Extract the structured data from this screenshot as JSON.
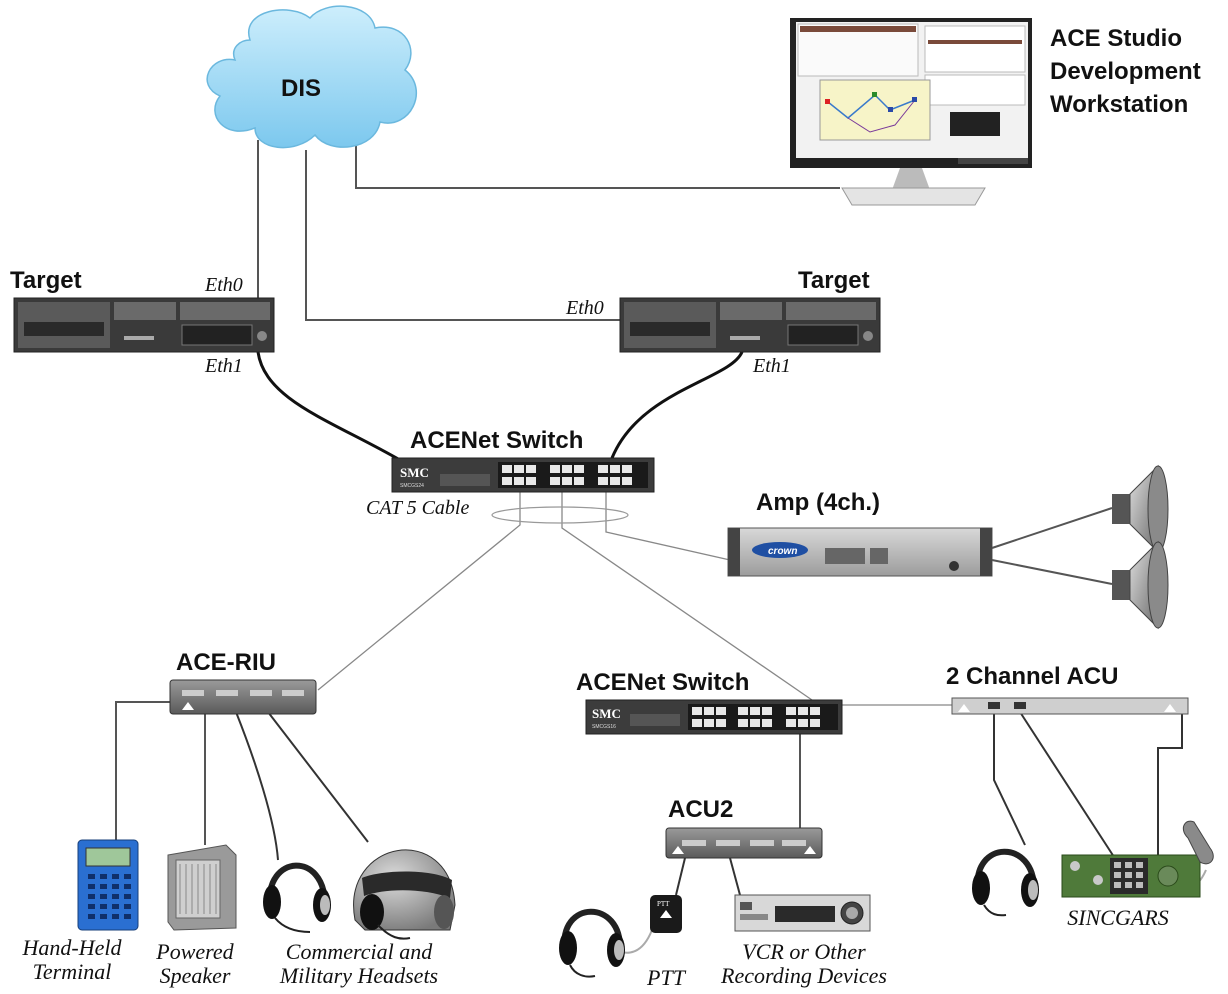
{
  "nodes": {
    "dis_cloud": "DIS",
    "workstation": "ACE Studio\nDevelopment\nWorkstation",
    "target_left": "Target",
    "target_right": "Target",
    "acenet_switch_main": "ACENet Switch",
    "amp": "Amp (4ch.)",
    "ace_riu": "ACE-RIU",
    "acenet_switch_lower": "ACENet Switch",
    "two_channel_acu": "2 Channel ACU",
    "acu2": "ACU2"
  },
  "ports": {
    "left_eth0": "Eth0",
    "left_eth1": "Eth1",
    "right_eth0": "Eth0",
    "right_eth1": "Eth1"
  },
  "captions": {
    "cat5_cable": "CAT 5 Cable",
    "hand_held_terminal": "Hand-Held\nTerminal",
    "powered_speaker": "Powered\nSpeaker",
    "headsets": "Commercial and\nMilitary Headsets",
    "ptt": "PTT",
    "vcr": "VCR or Other\nRecording Devices",
    "sincgars": "SINCGARS"
  },
  "device_text": {
    "smc_logo": "SMC",
    "smc_model": "SMCGS24",
    "smc_model_lower": "SMCGS16",
    "crown_logo": "crown",
    "ptt_box": "PTT"
  },
  "colors": {
    "cloud": "#8fd3f2",
    "device_dark": "#3a3a3a",
    "device_mid": "#8a8a8a",
    "keypad": "#2a6fd1",
    "line": "#555555"
  }
}
